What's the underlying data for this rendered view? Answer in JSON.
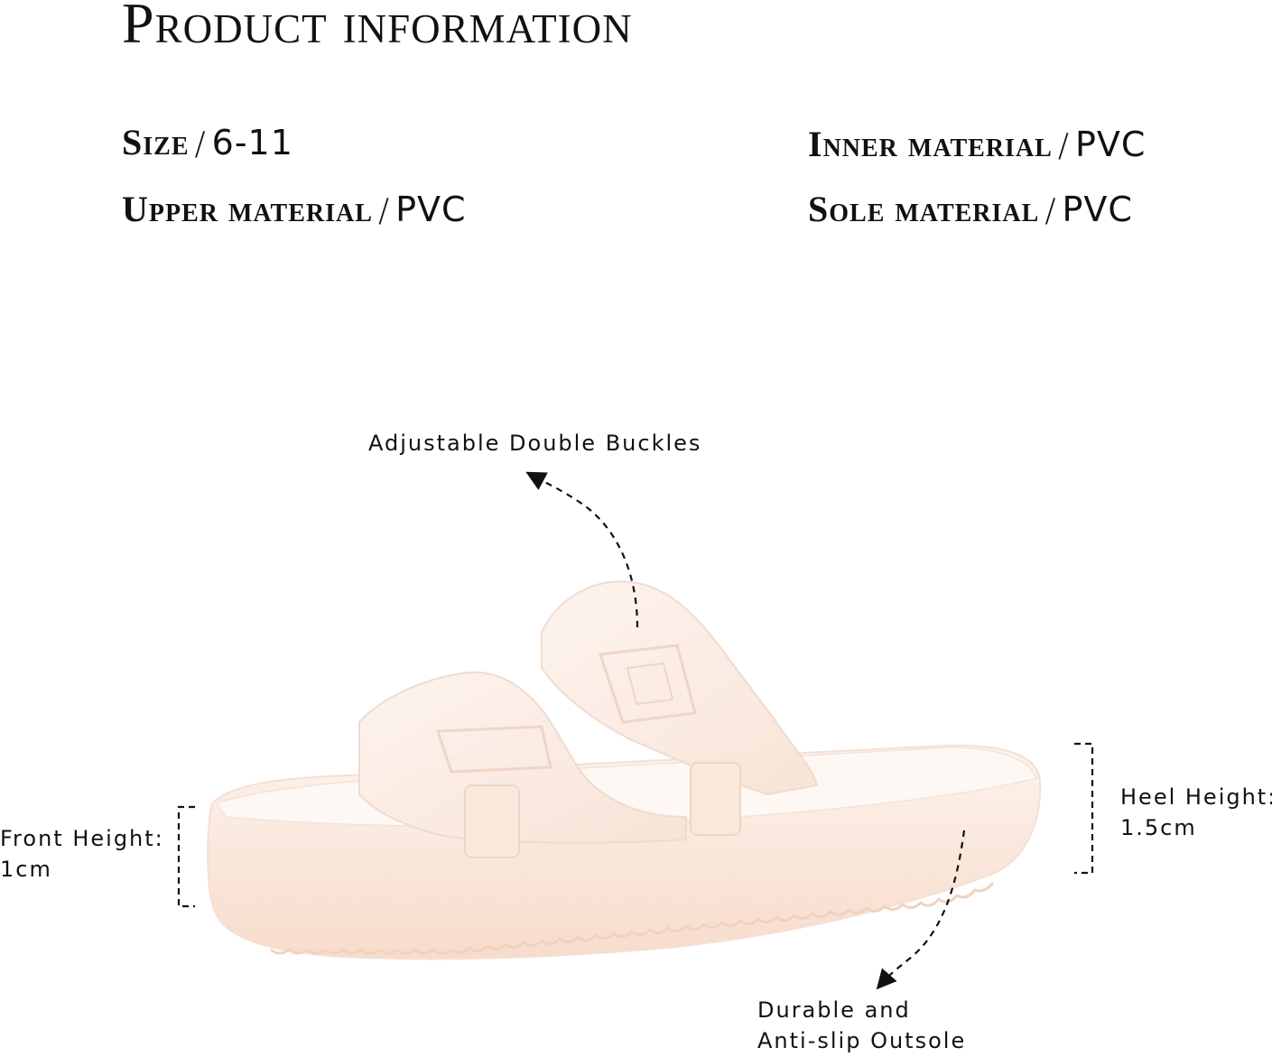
{
  "header": {
    "title": "Product information"
  },
  "specs": {
    "size": {
      "label": "Size",
      "sep": "/",
      "value": "6-11"
    },
    "upper": {
      "label": "Upper material",
      "sep": "/",
      "value": "PVC"
    },
    "inner": {
      "label": "Inner material",
      "sep": "/",
      "value": "PVC"
    },
    "sole": {
      "label": "Sole material",
      "sep": "/",
      "value": "PVC"
    }
  },
  "callouts": {
    "buckles": "Adjustable Double Buckles",
    "front_label": "Front Height:",
    "front_value": "1cm",
    "heel_label": "Heel Height:",
    "heel_value": "1.5cm",
    "outsole_line1": "Durable and",
    "outsole_line2": "Anti-slip Outsole"
  },
  "colors": {
    "sandal_fill": "#fbeee4",
    "sandal_shade": "#f6dccb",
    "text": "#111111"
  }
}
